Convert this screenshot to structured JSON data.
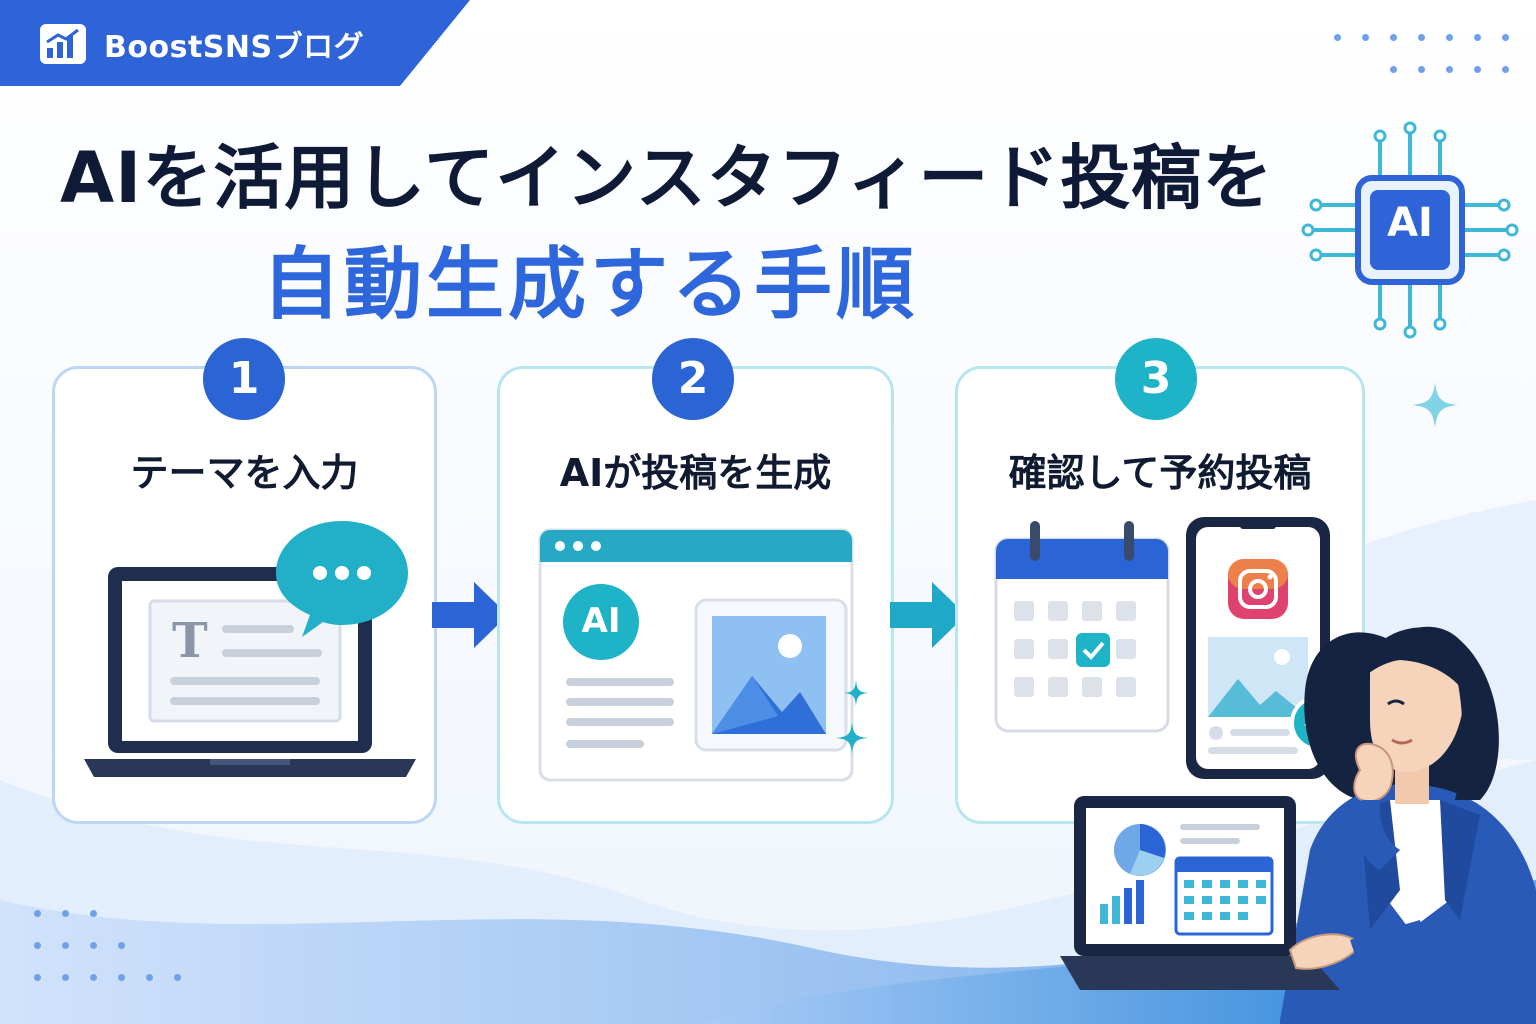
{
  "brand": {
    "name": "BoostSNSブログ",
    "icon": "bar-chart-icon"
  },
  "heading": {
    "line1": "AIを活用してインスタフィード投稿を",
    "line2": "自動生成する手順"
  },
  "ai_chip": {
    "label": "AI",
    "icon": "ai-chip-icon"
  },
  "steps": [
    {
      "number": "1",
      "label": "テーマを入力",
      "illustration": "laptop-text-input-icon"
    },
    {
      "number": "2",
      "label": "AIが投稿を生成",
      "illustration": "ai-generated-post-window-icon",
      "ai_label": "AI"
    },
    {
      "number": "3",
      "label": "確認して予約投稿",
      "illustration": "calendar-phone-schedule-icon"
    }
  ],
  "colors": {
    "brand_blue": "#2f63d8",
    "heading_dark": "#0e1a36",
    "heading_blue": "#2e66db",
    "teal": "#1fb3c8",
    "badge_blue": "#2b64d4"
  }
}
